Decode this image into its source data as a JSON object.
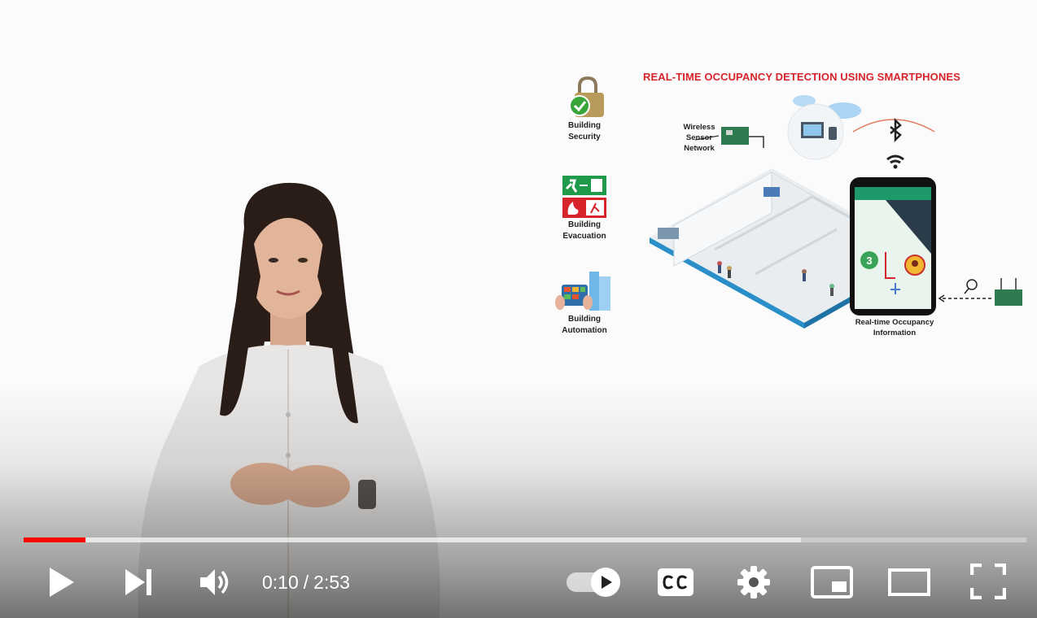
{
  "video": {
    "slide": {
      "title": "REAL-TIME OCCUPANCY DETECTION USING SMARTPHONES",
      "use_cases": [
        {
          "line1": "Building",
          "line2": "Security",
          "icon": "padlock-check-icon"
        },
        {
          "line1": "Building",
          "line2": "Evacuation",
          "icon": "emergency-exit-icon"
        },
        {
          "line1": "Building",
          "line2": "Automation",
          "icon": "building-automation-icon"
        }
      ],
      "wsn_label": {
        "line1": "Wireless",
        "line2": "Sensor",
        "line3": "Network"
      },
      "occupancy_label": {
        "line1": "Real-time Occupancy",
        "line2": "Information"
      },
      "phone_marker": "3"
    }
  },
  "player": {
    "progress": {
      "played_fraction": 0.062,
      "buffered_fraction": 0.775
    },
    "time": {
      "current": "0:10",
      "separator": "/",
      "duration": "2:53"
    },
    "colors": {
      "accent": "#ff0000",
      "controls": "#ffffff"
    },
    "controls": {
      "play": "play-icon",
      "next": "next-icon",
      "volume": "volume-icon",
      "autoplay": "autoplay-toggle-icon",
      "captions": "cc-icon",
      "settings": "gear-icon",
      "miniplayer": "miniplayer-icon",
      "theater": "theater-mode-icon",
      "fullscreen": "fullscreen-icon"
    }
  }
}
